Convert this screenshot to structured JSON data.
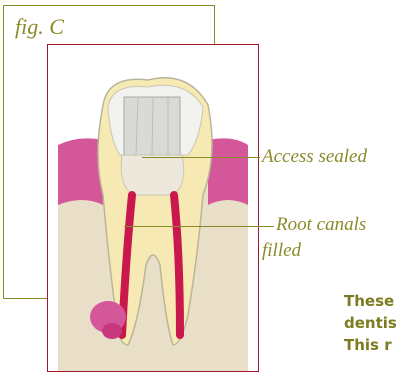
{
  "figure": {
    "label": "fig. C",
    "callouts": {
      "access_sealed": "Access sealed",
      "root_canals_line1": "Root canals",
      "root_canals_line2": "filled"
    }
  },
  "body_text": {
    "line1": "These",
    "line2": "dentis",
    "line3": "This r"
  },
  "colors": {
    "olive": "#8a8a2a",
    "frame_red": "#a01a2a",
    "gum_pink": "#d4579a",
    "canal_red": "#c8184c"
  }
}
